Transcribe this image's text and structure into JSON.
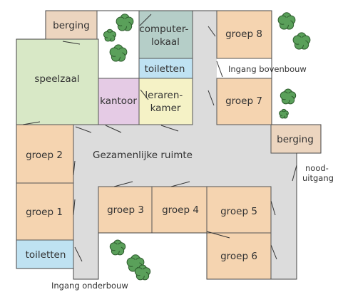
{
  "colors": {
    "corridor": "#dcdcdc",
    "classroom": "#f5d4b0",
    "storage": "#ecd5bf",
    "gym": "#d8e8c6",
    "computer_room": "#b5cec8",
    "toilet": "#bfe2f2",
    "office": "#e5cbe5",
    "teacher_room": "#f5f2c6",
    "tree_fill": "#5aa05a"
  },
  "rooms": {
    "berging_top": "berging",
    "computerlokaal": [
      "computer-",
      "lokaal"
    ],
    "groep8": "groep 8",
    "speelzaal": "speelzaal",
    "toiletten_top": "toiletten",
    "kantoor": "kantoor",
    "lerarenkamer": [
      "leraren-",
      "kamer"
    ],
    "groep7": "groep 7",
    "berging_right": "berging",
    "groep2": "groep 2",
    "groep1": "groep 1",
    "groep3": "groep 3",
    "groep4": "groep 4",
    "groep5": "groep 5",
    "groep6": "groep 6",
    "toiletten_bottom": "toiletten"
  },
  "labels": {
    "common_space": "Gezamenlijke ruimte",
    "entrance_upper": "Ingang bovenbouw",
    "entrance_lower": "Ingang onderbouw",
    "emergency_exit": [
      "nood-",
      "uitgang"
    ]
  }
}
